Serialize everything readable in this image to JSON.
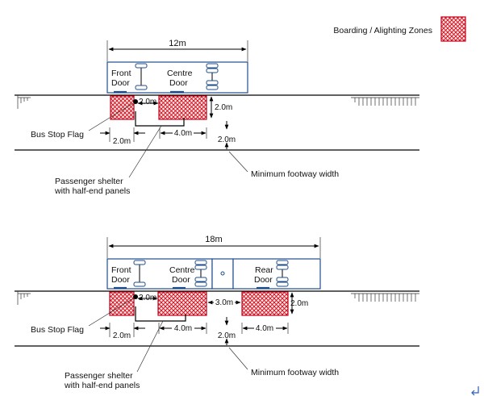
{
  "legend": {
    "label": "Boarding / Alighting Zones"
  },
  "colors": {
    "zone_stroke": "#c0001a",
    "zone_hatch": "#d9000f",
    "bus_outline": "#1f4e8c"
  },
  "layout_12m": {
    "bus_length": "12m",
    "front_door": [
      "Front",
      "Door"
    ],
    "centre_door": [
      "Centre",
      "Door"
    ],
    "zone_depth": "2.0m",
    "flag_offset": "2.0m",
    "flag_dist": "2.0m",
    "shelter_length": "4.0m",
    "footway_width": "2.0m",
    "bus_stop_flag": "Bus Stop Flag",
    "shelter_label": [
      "Passenger shelter",
      "with half-end panels"
    ],
    "footway_label": "Minimum footway width"
  },
  "layout_18m": {
    "bus_length": "18m",
    "front_door": [
      "Front",
      "Door"
    ],
    "centre_door": [
      "Centre",
      "Door"
    ],
    "rear_door": [
      "Rear",
      "Door"
    ],
    "zone_depth": "2.0m",
    "flag_offset": "2.0m",
    "flag_dist": "2.0m",
    "shelter_length": "4.0m",
    "zone_gap": "3.0m",
    "rear_zone_length": "4.0m",
    "footway_width": "2.0m",
    "bus_stop_flag": "Bus Stop Flag",
    "shelter_label": [
      "Passenger shelter",
      "with half-end panels"
    ],
    "footway_label": "Minimum footway width"
  },
  "footer_icon": "return-arrow-icon"
}
